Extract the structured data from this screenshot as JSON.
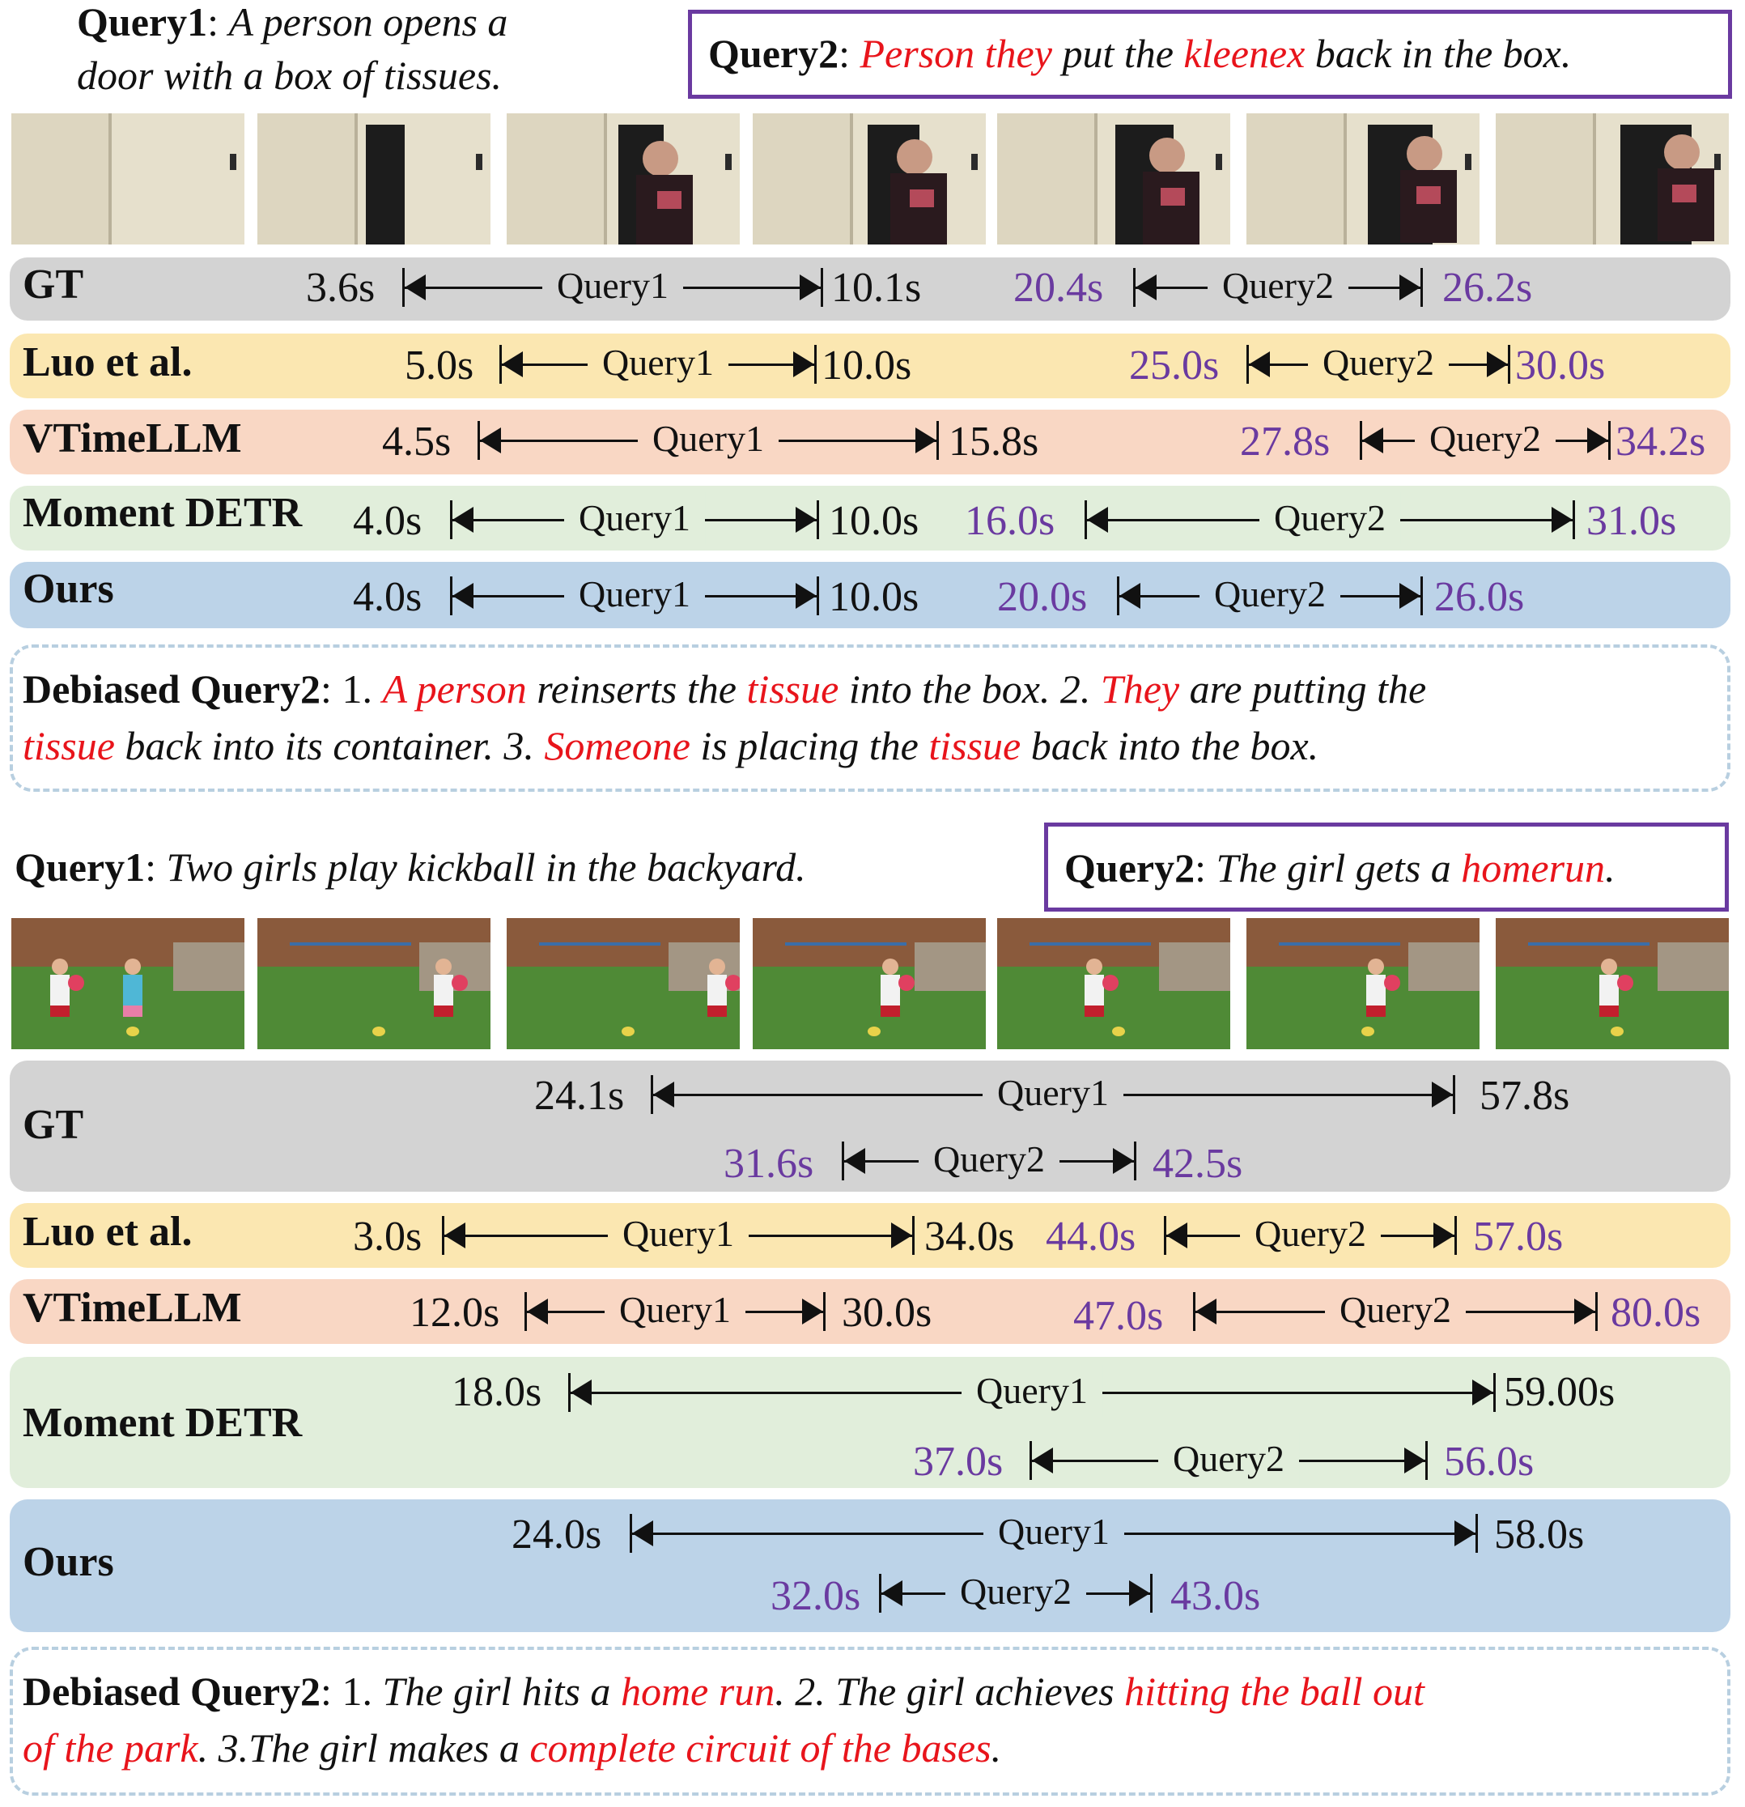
{
  "colors": {
    "gt": "#d3d3d3",
    "luo": "#fbe7b1",
    "vtime": "#f9d7c4",
    "detr": "#e1eedb",
    "ours": "#bcd3e8",
    "highlight": "#e8141b",
    "query2_times": "#6a3aa0"
  },
  "ex1": {
    "q1_label": "Query1",
    "q1_line1": "A person opens a",
    "q1_line2": "door with a box of tissues.",
    "q2_label": "Query2",
    "q2_parts": [
      "Person they",
      " put the ",
      "kleenex",
      " back in the box."
    ],
    "rows": [
      {
        "name": "GT",
        "q1": [
          "3.6s",
          "10.1s"
        ],
        "q2": [
          "20.4s",
          "26.2s"
        ]
      },
      {
        "name": "Luo et al.",
        "q1": [
          "5.0s",
          "10.0s"
        ],
        "q2": [
          "25.0s",
          "30.0s"
        ]
      },
      {
        "name": "VTimeLLM",
        "q1": [
          "4.5s",
          "15.8s"
        ],
        "q2": [
          "27.8s",
          "34.2s"
        ]
      },
      {
        "name": "Moment DETR",
        "q1": [
          "4.0s",
          "10.0s"
        ],
        "q2": [
          "16.0s",
          "31.0s"
        ]
      },
      {
        "name": "Ours",
        "q1": [
          "4.0s",
          "10.0s"
        ],
        "q2": [
          "20.0s",
          "26.0s"
        ]
      }
    ],
    "seg_q1": "Query1",
    "seg_q2": "Query2",
    "debiased_label": "Debiased Query2",
    "debiased_line1": [
      ": 1. ",
      "A person",
      " reinserts the ",
      "tissue",
      " into the box. 2. ",
      "They",
      " are putting the"
    ],
    "debiased_line2": [
      "tissue",
      " back into its container. 3. ",
      "Someone",
      " is placing the ",
      "tissue",
      " back into the box."
    ]
  },
  "ex2": {
    "q1_label": "Query1",
    "q1_text": "Two girls play kickball in the backyard.",
    "q2_label": "Query2",
    "q2_parts": [
      "The girl gets a ",
      "homerun",
      "."
    ],
    "rows": [
      {
        "name": "GT",
        "q1": [
          "24.1s",
          "57.8s"
        ],
        "q2": [
          "31.6s",
          "42.5s"
        ]
      },
      {
        "name": "Luo et al.",
        "q1": [
          "3.0s",
          "34.0s"
        ],
        "q2": [
          "44.0s",
          "57.0s"
        ]
      },
      {
        "name": "VTimeLLM",
        "q1": [
          "12.0s",
          "30.0s"
        ],
        "q2": [
          "47.0s",
          "80.0s"
        ]
      },
      {
        "name": "Moment DETR",
        "q1": [
          "18.0s",
          "59.00s"
        ],
        "q2": [
          "37.0s",
          "56.0s"
        ]
      },
      {
        "name": "Ours",
        "q1": [
          "24.0s",
          "58.0s"
        ],
        "q2": [
          "32.0s",
          "43.0s"
        ]
      }
    ],
    "seg_q1": "Query1",
    "seg_q2": "Query2",
    "debiased_label": "Debiased Query2",
    "debiased_line1": [
      ":  1. ",
      "The girl hits a ",
      "home run",
      ". 2. The girl achieves ",
      "hitting the ball out"
    ],
    "debiased_line2": [
      "of the park",
      ". 3.The girl makes a ",
      "complete circuit of the bases",
      "."
    ]
  }
}
